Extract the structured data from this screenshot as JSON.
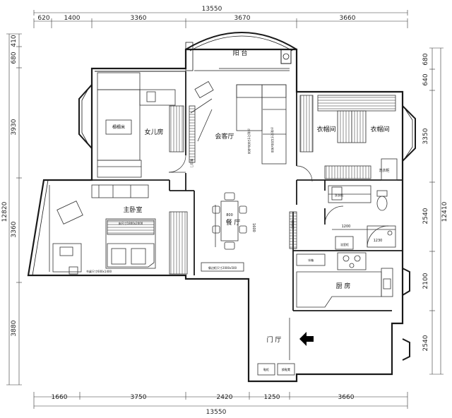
{
  "dimensions": {
    "top_total": "13550",
    "top": [
      "620",
      "1400",
      "3360",
      "3670",
      "3660"
    ],
    "bottom_total": "13550",
    "bottom": [
      "1660",
      "3750",
      "2420",
      "1250",
      "3660"
    ],
    "left": [
      "410",
      "680",
      "3930",
      "12820",
      "3360",
      "3880"
    ],
    "right": [
      "680",
      "640",
      "3350",
      "2540",
      "12410",
      "2100",
      "2540"
    ]
  },
  "rooms": {
    "balcony": "阳 台",
    "daughter_room": "女儿房",
    "living_room": "会客厅",
    "cloakroom_1": "衣帽间",
    "cloakroom_2": "衣帽间",
    "master_bedroom": "主卧室",
    "dining_room": "餐 厅",
    "kitchen": "厨 房",
    "entrance": "门 厅"
  },
  "labels": {
    "tatami": "榻榻米",
    "laundry": "洗衣柜",
    "master_bed": "床尺寸1800x2000",
    "master_desk": "书桌尺寸600x1400",
    "sofa": "沙发尺寸2400x800",
    "sofa_side": "沙发尺寸3200x900",
    "sideboard": "餐边柜尺寸2000x500",
    "shoe_cabinet": "鞋柜",
    "shoe_cabinet_2": "换鞋凳",
    "table_w": "800",
    "table_l": "1600",
    "shower_w": "1200",
    "shower_d": "1230",
    "fridge": "冰箱",
    "door_label": "推拉门",
    "bathroom_cab": "浴室柜",
    "storage": "储物柜",
    "washer": "洗衣机"
  },
  "colors": {
    "wall": "#1a1a1a",
    "line": "#333333",
    "arrow": "#000000"
  }
}
